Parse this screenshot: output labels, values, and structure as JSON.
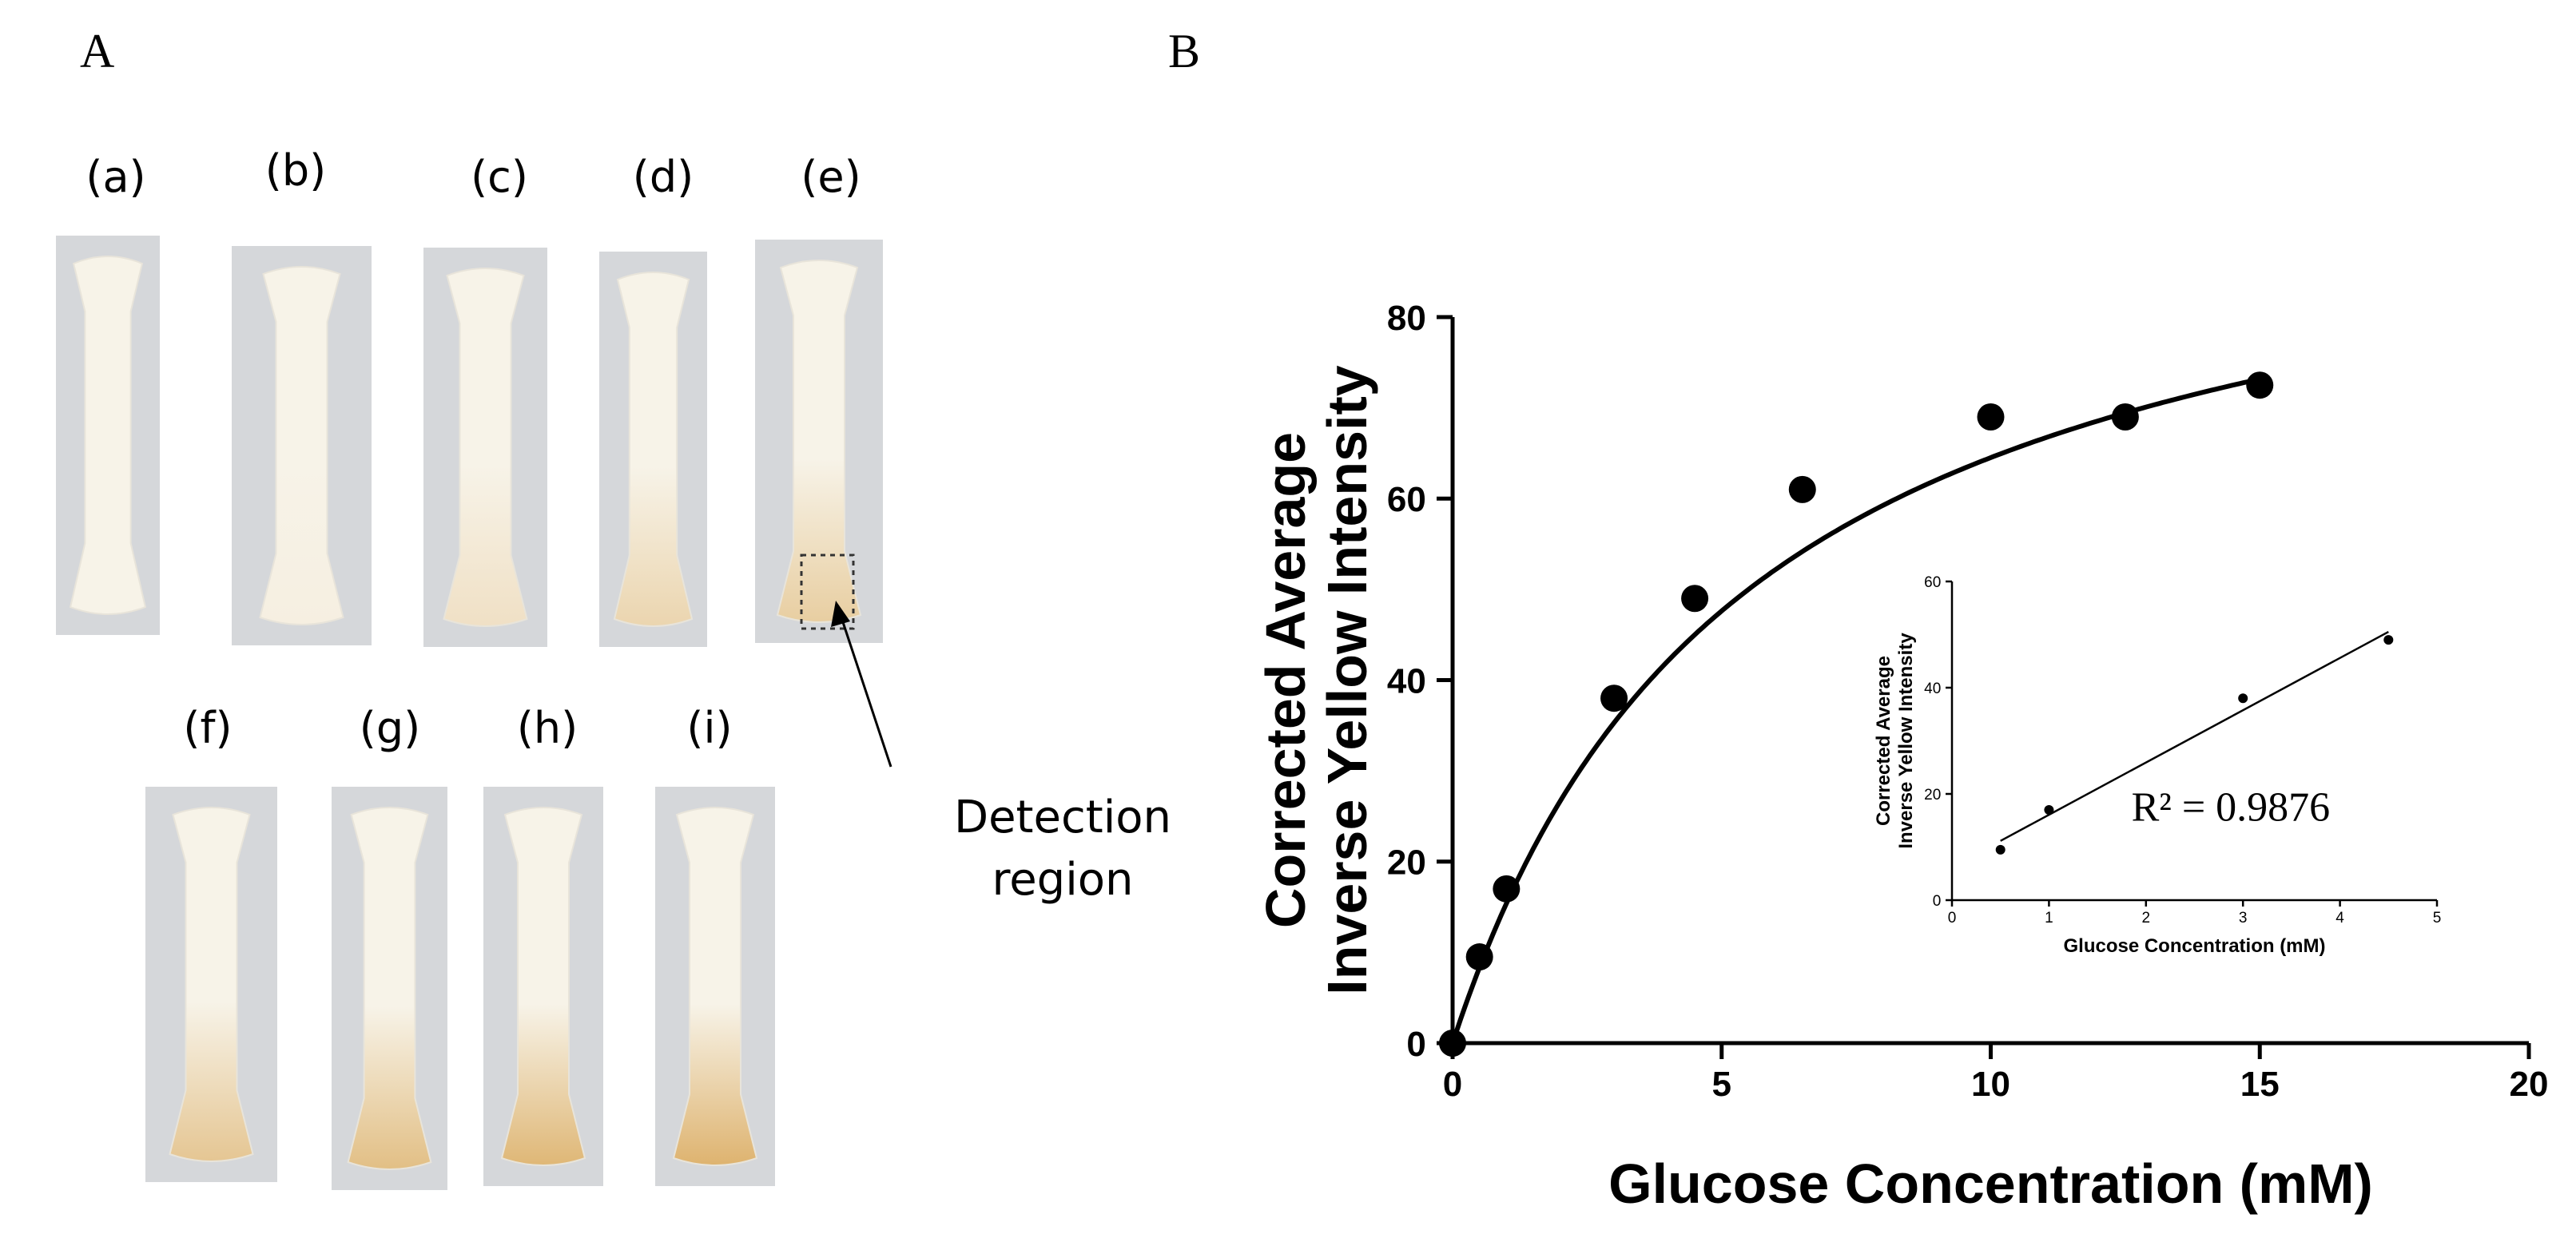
{
  "panels": {
    "a_letter": "A",
    "b_letter": "B",
    "strip_labels": [
      "(a)",
      "(b)",
      "(c)",
      "(d)",
      "(e)",
      "(f)",
      "(g)",
      "(h)",
      "(i)"
    ],
    "annotation_line1": "Detection",
    "annotation_line2": "region",
    "strip_tint_levels": [
      0.0,
      0.05,
      0.25,
      0.4,
      0.5,
      0.6,
      0.7,
      0.8,
      0.85
    ]
  },
  "colors": {
    "strip_background": "#d5d7da",
    "strip_paper": "#f7f3e8",
    "strip_yellow": "#d9a85a",
    "ink": "#000000"
  },
  "chart_data": [
    {
      "type": "scatter",
      "title": "",
      "xlabel": "Glucose Concentration (mM)",
      "ylabel_line1": "Corrected Average",
      "ylabel_line2": "Inverse Yellow Intensity",
      "xlim": [
        0,
        20
      ],
      "ylim": [
        0,
        80
      ],
      "xticks": [
        0,
        5,
        10,
        15,
        20
      ],
      "yticks": [
        0,
        20,
        40,
        60,
        80
      ],
      "grid": false,
      "points": {
        "x": [
          0,
          0.5,
          1,
          3,
          4.5,
          6.5,
          10,
          12.5,
          15
        ],
        "y": [
          0,
          9.5,
          17,
          38,
          49,
          61,
          69,
          69,
          72.5
        ]
      },
      "fit": {
        "type": "saturation",
        "vmax": 100,
        "k": 5.5
      }
    },
    {
      "type": "scatter",
      "title": "",
      "xlabel": "Glucose Concentration (mM)",
      "ylabel_line1": "Corrected Average",
      "ylabel_line2": "Inverse Yellow Intensity",
      "xlim": [
        0,
        5
      ],
      "ylim": [
        0,
        60
      ],
      "xticks": [
        0,
        1,
        2,
        3,
        4,
        5
      ],
      "yticks": [
        0,
        20,
        40,
        60
      ],
      "grid": false,
      "points": {
        "x": [
          0.5,
          1,
          3,
          4.5
        ],
        "y": [
          9.5,
          17,
          38,
          49
        ]
      },
      "fit": {
        "type": "linear"
      },
      "annotation": "R² = 0.9876"
    }
  ]
}
